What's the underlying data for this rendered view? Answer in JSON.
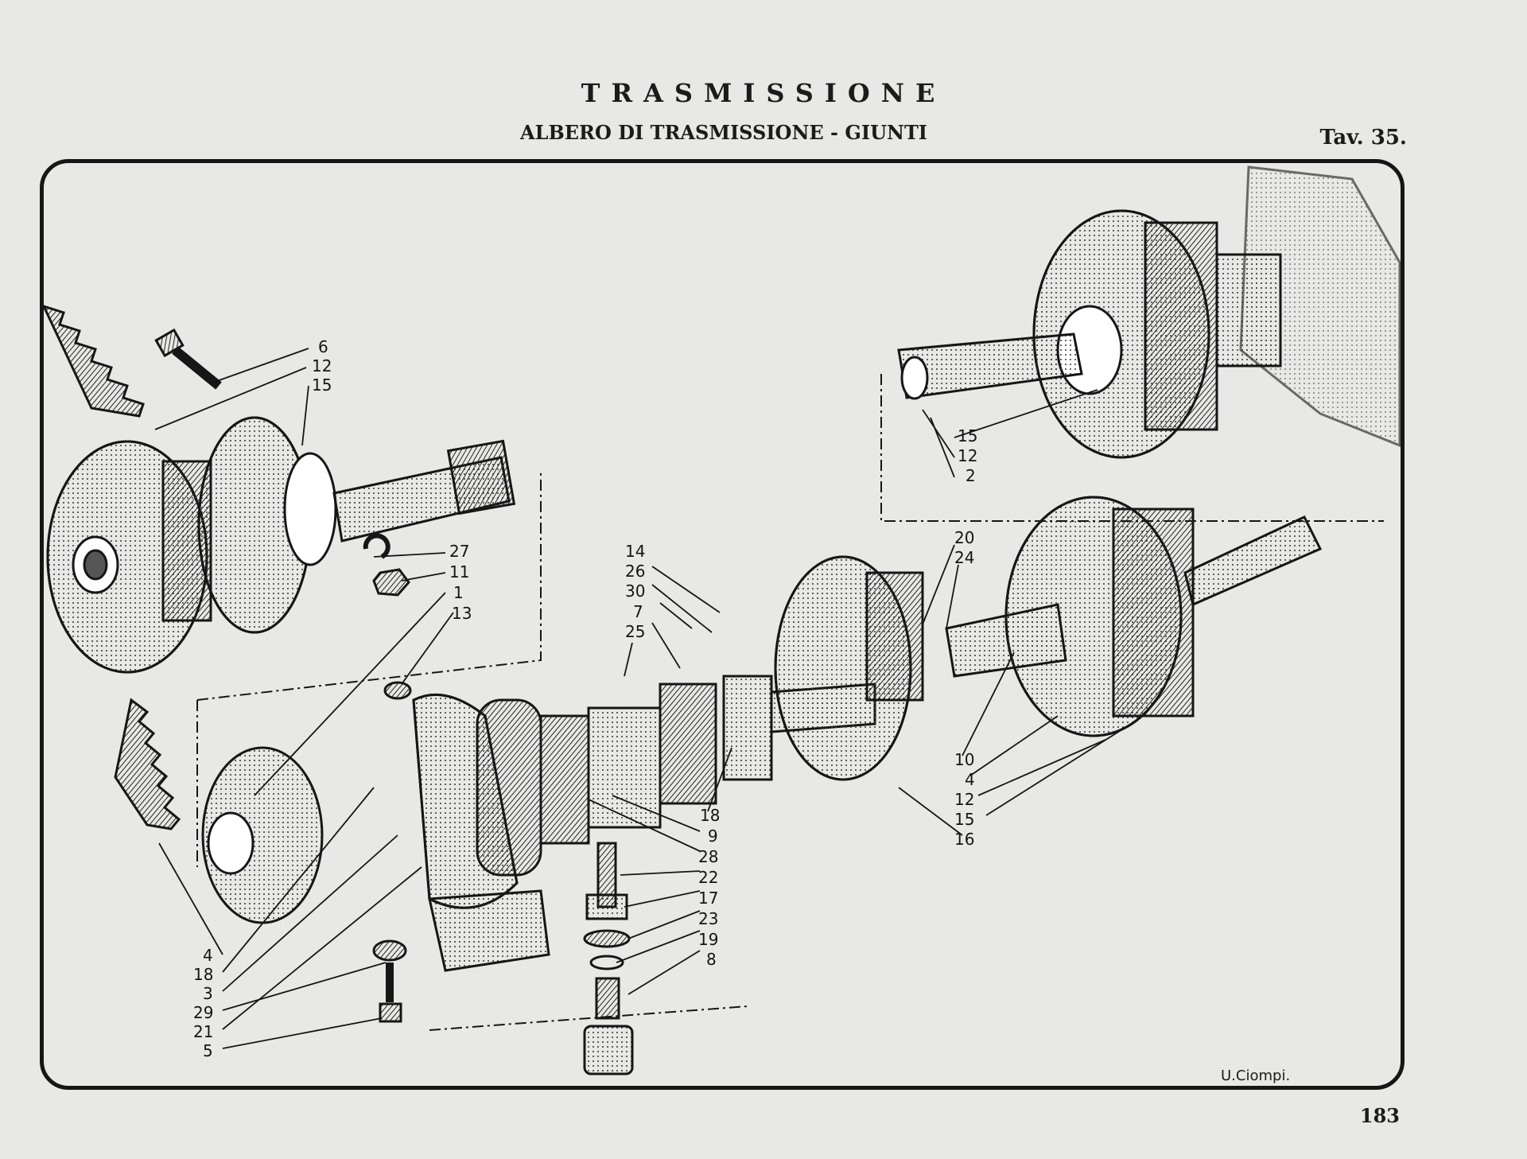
{
  "header": {
    "title": "TRASMISSIONE",
    "subtitle": "ALBERO DI TRASMISSIONE - GIUNTI",
    "plate": "Tav. 35."
  },
  "footer": {
    "page_number": "183",
    "signature": "U.Ciompi."
  },
  "callouts": {
    "upper_left_joint": [
      "6",
      "12",
      "15"
    ],
    "small_parts": [
      "27",
      "11",
      "1",
      "13"
    ],
    "center_upper": [
      "14",
      "26",
      "30",
      "7",
      "25"
    ],
    "right_upper_joint": [
      "15",
      "12",
      "2"
    ],
    "right_coupling": [
      "20",
      "24"
    ],
    "right_lower": [
      "10",
      "4",
      "12",
      "15",
      "16"
    ],
    "center_lower": [
      "18",
      "9",
      "28",
      "22",
      "17",
      "23",
      "19",
      "8"
    ],
    "left_lower": [
      "4",
      "18",
      "3",
      "29",
      "21",
      "5"
    ]
  },
  "colors": {
    "paper": "#e8e8e6",
    "ink": "#161616"
  }
}
